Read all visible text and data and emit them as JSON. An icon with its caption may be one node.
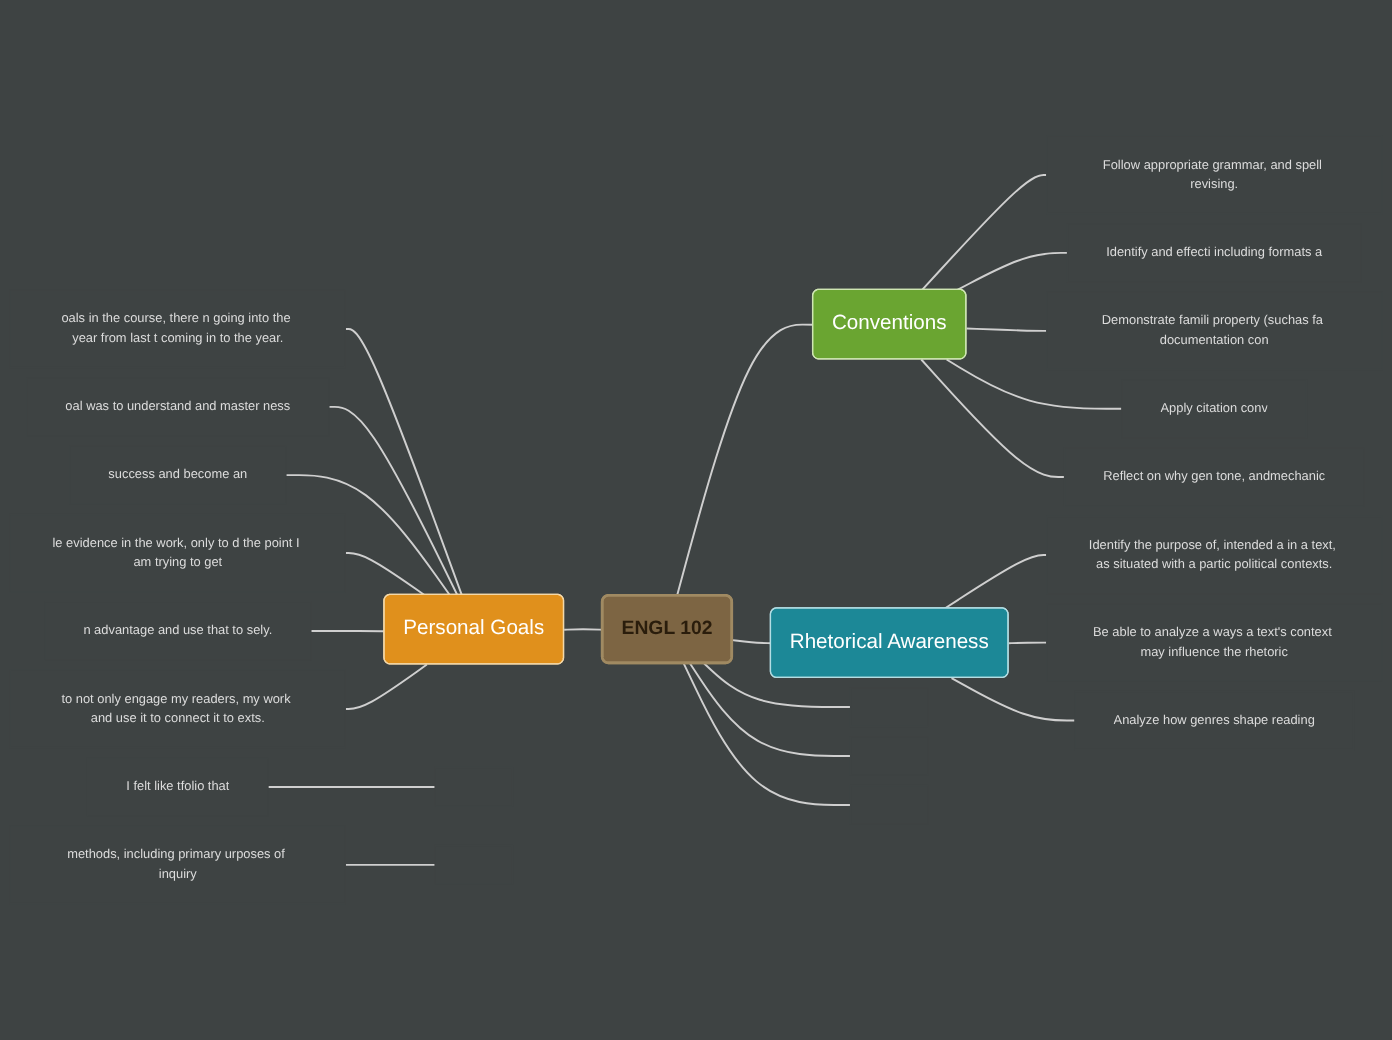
{
  "diagram": {
    "nodes": [
      {
        "text": [
          "ENGL 102"
        ]
      },
      {
        "text": [
          "Personal Goals"
        ]
      },
      {
        "text": [
          "oals in the course, there n going into the year from last t coming in to the year."
        ]
      },
      {
        "text": [
          "oal was to understand and master ness"
        ]
      },
      {
        "text": [
          "success and become an"
        ]
      },
      {
        "text": [
          "le evidence in the work, only to d the point I am trying to get"
        ]
      },
      {
        "text": [
          "n advantage and use that to sely."
        ]
      },
      {
        "text": [
          "to not only engage my readers, my work and use it to connect it to exts."
        ]
      },
      {
        "text": [
          "Conventions"
        ]
      },
      {
        "text": [
          "Follow appropriate grammar, and spell revising."
        ]
      },
      {
        "text": [
          "Identify and effecti including formats a"
        ]
      },
      {
        "text": [
          "Demonstrate famili property (suchas fa documentation con"
        ]
      },
      {
        "text": [
          "Apply citation conv"
        ]
      },
      {
        "text": [
          "Reflect on why gen tone, andmechanic"
        ]
      },
      {
        "text": [
          "Rhetorical Awareness"
        ]
      },
      {
        "text": [
          "Identify the purpose of, intended a in a text, as situated with a partic political contexts."
        ]
      },
      {
        "text": [
          "Be able to analyze a ways a text's context may influence the rhetoric"
        ]
      },
      {
        "text": [
          "Analyze how genres shape reading"
        ]
      },
      {
        "text": [
          "I felt like tfolio that"
        ]
      },
      {
        "text": [
          "methods, including primary urposes of inquiry"
        ]
      }
    ],
    "edges": [
      {
        "from": 18,
        "to": null,
        "arrow": "none"
      },
      {
        "from": 2,
        "to": 1,
        "arrow": "none"
      },
      {
        "from": 3,
        "to": 1,
        "arrow": "none"
      },
      {
        "from": 4,
        "to": 1,
        "arrow": "none"
      },
      {
        "from": 5,
        "to": 1,
        "arrow": "none"
      },
      {
        "from": 6,
        "to": 1,
        "arrow": "none"
      },
      {
        "from": 7,
        "to": 1,
        "arrow": "none"
      },
      {
        "from": 1,
        "to": 0,
        "arrow": "none"
      },
      {
        "from": 19,
        "to": null,
        "arrow": "none"
      },
      {
        "from": 0,
        "to": null,
        "arrow": "none"
      },
      {
        "from": 0,
        "to": 8,
        "arrow": "none"
      },
      {
        "from": 8,
        "to": 9,
        "arrow": "none"
      },
      {
        "from": 8,
        "to": 10,
        "arrow": "none"
      },
      {
        "from": 8,
        "to": 11,
        "arrow": "none"
      },
      {
        "from": 8,
        "to": 12,
        "arrow": "none"
      },
      {
        "from": 8,
        "to": 13,
        "arrow": "none"
      },
      {
        "from": 0,
        "to": 14,
        "arrow": "none"
      },
      {
        "from": 14,
        "to": 15,
        "arrow": "none"
      },
      {
        "from": 14,
        "to": 16,
        "arrow": "none"
      },
      {
        "from": 14,
        "to": 17,
        "arrow": "none"
      },
      {
        "from": 0,
        "to": null,
        "arrow": "none"
      },
      {
        "from": 0,
        "to": null,
        "arrow": "none"
      }
    ]
  }
}
